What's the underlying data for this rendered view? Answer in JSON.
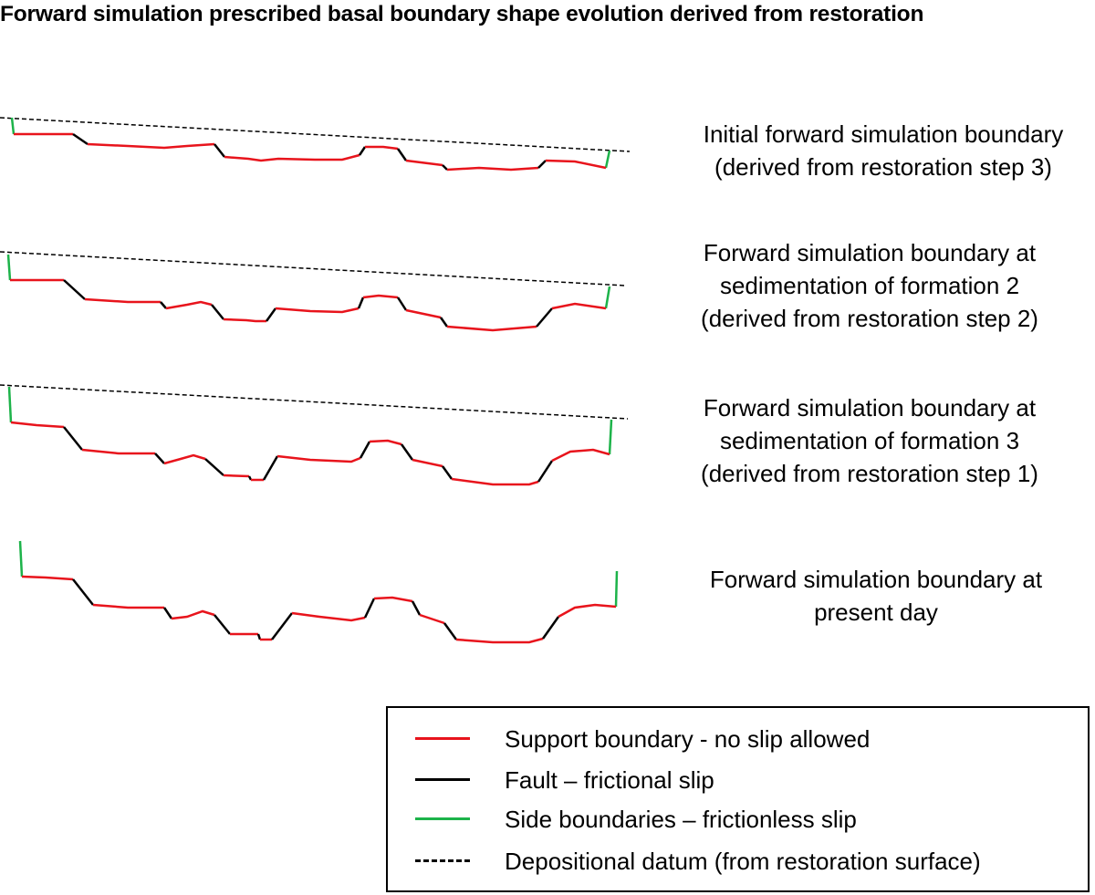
{
  "title": "Forward simulation prescribed basal boundary shape evolution derived from restoration",
  "stages": [
    {
      "caption": [
        "Initial forward simulation boundary",
        "(derived from restoration step 3)"
      ]
    },
    {
      "caption": [
        "Forward simulation boundary at",
        "sedimentation of formation 2",
        "(derived from restoration step 2)"
      ]
    },
    {
      "caption": [
        "Forward simulation boundary at",
        "sedimentation of formation 3",
        "(derived from restoration step 1)"
      ]
    },
    {
      "caption": [
        "Forward simulation boundary at",
        "present day"
      ]
    }
  ],
  "legend": [
    {
      "label": "Support boundary - no slip allowed",
      "color": "#e8141c",
      "style": "solid"
    },
    {
      "label": "Fault – frictional slip",
      "color": "#000000",
      "style": "solid"
    },
    {
      "label": "Side boundaries – frictionless slip",
      "color": "#1db34a",
      "style": "solid"
    },
    {
      "label": "Depositional datum (from restoration surface)",
      "color": "#000000",
      "style": "dashed"
    }
  ],
  "colors": {
    "support": "#e8141c",
    "fault": "#000000",
    "side": "#1db34a",
    "datum": "#000000"
  }
}
